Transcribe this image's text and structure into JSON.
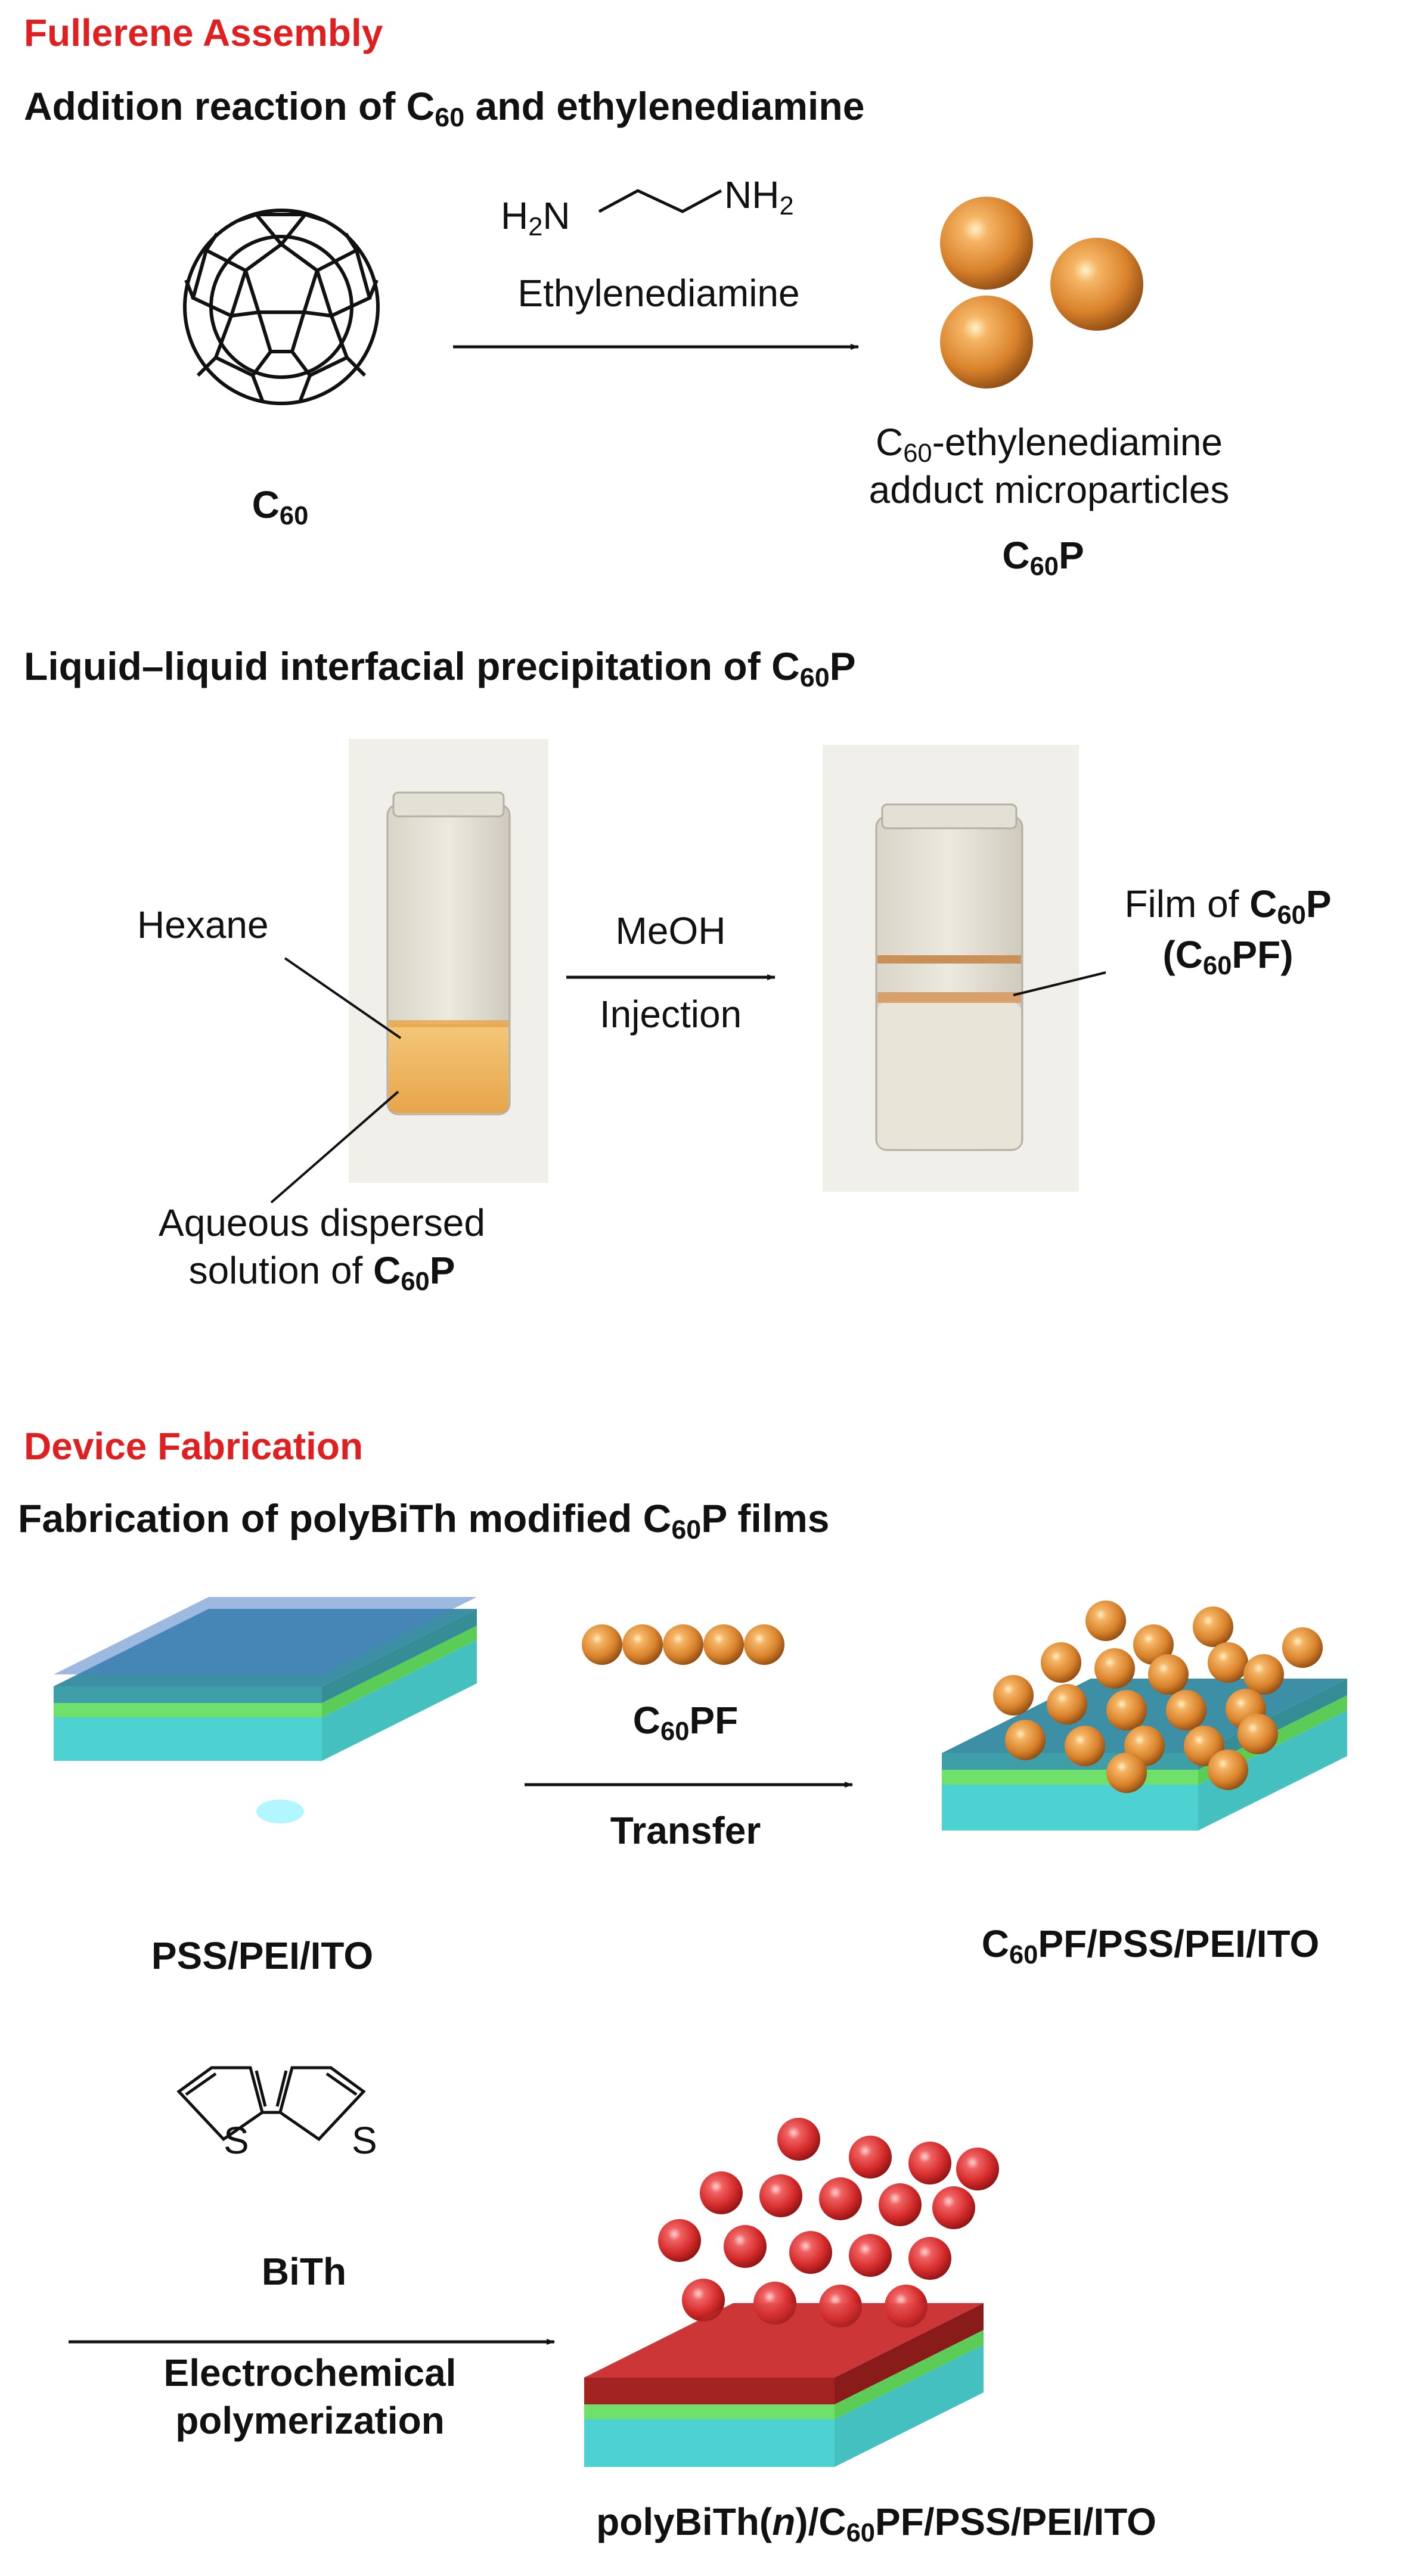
{
  "fullerene": {
    "section_title": "Fullerene Assembly",
    "addition": {
      "heading_pre": "Addition reaction of C",
      "heading_sub": "60",
      "heading_post": " and ethylenediamine",
      "reagent_left_pre": "H",
      "reagent_left_sub": "2",
      "reagent_left_post": "N",
      "reagent_right_pre": "NH",
      "reagent_right_sub": "2",
      "reagent_name": "Ethylenediamine",
      "c60_pre": "C",
      "c60_sub": "60",
      "product_line1_pre": "C",
      "product_line1_sub": "60",
      "product_line1_post": "-ethylenediamine",
      "product_line2": "adduct microparticles",
      "product_code_pre": "C",
      "product_code_sub": "60",
      "product_code_post": "P"
    },
    "precipitation": {
      "heading_pre": "Liquid–liquid interfacial precipitation of C",
      "heading_sub": "60",
      "heading_post": "P",
      "hexane": "Hexane",
      "aqueous_line1": "Aqueous dispersed",
      "aqueous_line2_pre": "solution of ",
      "aqueous_line2_c": "C",
      "aqueous_line2_sub": "60",
      "aqueous_line2_post": "P",
      "arrow_top": "MeOH",
      "arrow_bottom": "Injection",
      "film_line1_pre": "Film of ",
      "film_line1_c": "C",
      "film_line1_sub": "60",
      "film_line1_post": "P",
      "film_line2_pre": "(C",
      "film_line2_sub": "60",
      "film_line2_post": "PF)"
    }
  },
  "device": {
    "section_title": "Device Fabrication",
    "heading_pre": "Fabrication of polyBiTh modified C",
    "heading_sub": "60",
    "heading_post": "P films",
    "step1_top_pre": "C",
    "step1_top_sub": "60",
    "step1_top_post": "PF",
    "step1_bottom": "Transfer",
    "substrate_label": "PSS/PEI/ITO",
    "product1_pre": "C",
    "product1_sub": "60",
    "product1_post": "PF/PSS/PEI/ITO",
    "bith_s1": "S",
    "bith_s2": "S",
    "bith_label": "BiTh",
    "step2_line1": "Electrochemical",
    "step2_line2": "polymerization",
    "final_pre": "polyBiTh(",
    "final_n": "n",
    "final_mid": ")/C",
    "final_sub": "60",
    "final_post": "PF/PSS/PEI/ITO"
  },
  "colors": {
    "section_red": "#e02020",
    "sphere_orange": "#d9822b",
    "sphere_red": "#d42a2a",
    "ito_cyan": "#2fd6d6",
    "pei_green": "#6fe06a",
    "pss_blue": "#4f7fc4"
  }
}
